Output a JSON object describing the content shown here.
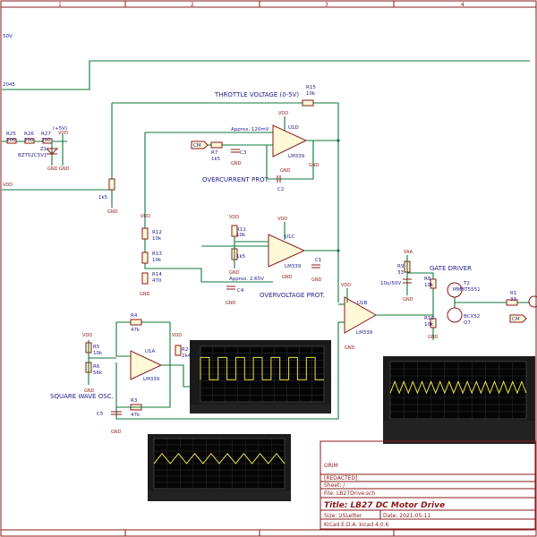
{
  "frame": {
    "top_ruler": [
      "1",
      "2",
      "3",
      "4"
    ],
    "colors": {
      "wire": "#0f7a3a",
      "component": "#8a1a1a",
      "text": "#1d1d8a",
      "trace_yellow": "#e8e04a",
      "trace_cyan": "#4ad8e8"
    }
  },
  "power": {
    "vdd": "VDD",
    "vaa": "VAA",
    "plus5": "(+5V)",
    "v50_partial": "50V",
    "v2045_partial": "2045"
  },
  "labels": {
    "throttle": "THROTTLE VOLTAGE (0-5V)",
    "overcurrent": "OVERCURRENT PROT.",
    "overvoltage": "OVERVOLTAGE PROT.",
    "square_osc": "SQUARE WAVE OSC.",
    "gate_driver": "GATE DRIVER",
    "approx_120mv": "Approx. 120mV",
    "approx_265v": "Approx. 2.65V",
    "cm": "CM"
  },
  "components": {
    "u1d": {
      "ref": "U1D",
      "val": "LM339"
    },
    "u1c": {
      "ref": "U1C",
      "val": "LM339"
    },
    "u1b": {
      "ref": "U1B",
      "val": "LM339"
    },
    "u1a": {
      "ref": "U1A",
      "val": "LM339"
    },
    "r25": {
      "ref": "R25",
      "val": "200"
    },
    "r26": {
      "ref": "R26",
      "val": "200"
    },
    "r27": {
      "ref": "R27",
      "val": "200"
    },
    "z1": {
      "ref": "Z1",
      "val": "BZT52C5V1"
    },
    "r15": {
      "ref": "R15",
      "val": "10k"
    },
    "r7": {
      "ref": "R7",
      "val": "1k5"
    },
    "c3": {
      "ref": "C3",
      "val": ""
    },
    "c2": {
      "ref": "C2",
      "val": ""
    },
    "r11": {
      "ref": "R11",
      "val": "10k"
    },
    "r11b": {
      "ref": "",
      "val": "1k5"
    },
    "r12": {
      "ref": "R12",
      "val": "10k"
    },
    "r13": {
      "ref": "R13",
      "val": "10k"
    },
    "r14": {
      "ref": "R14",
      "val": "470"
    },
    "c4": {
      "ref": "C4",
      "val": ""
    },
    "c1": {
      "ref": "C1",
      "val": ""
    },
    "r1k5": {
      "ref": "",
      "val": "1k5"
    },
    "r4": {
      "ref": "R4",
      "val": "47k"
    },
    "r5": {
      "ref": "R5",
      "val": "10k"
    },
    "r6": {
      "ref": "R6",
      "val": "56k"
    },
    "r2": {
      "ref": "R2",
      "val": "2k4"
    },
    "r3": {
      "ref": "R3",
      "val": "47k"
    },
    "c5": {
      "ref": "C5",
      "val": ""
    },
    "r9": {
      "ref": "R9",
      "val": "33"
    },
    "r8": {
      "ref": "R8",
      "val": "10k"
    },
    "r10": {
      "ref": "R10",
      "val": "10k"
    },
    "cap_gate": {
      "ref": "",
      "val": "10u/50V"
    },
    "r1": {
      "ref": "R1",
      "val": "33"
    },
    "t2": {
      "ref": "T2",
      "val": "MMBT5551"
    },
    "q7": {
      "ref": "Q7",
      "val": "BCX52"
    }
  },
  "title_block": {
    "company": "GRIM",
    "redacted": "[REDACTED]",
    "sheet": "Sheet: /",
    "file": "File: LB27Drive.sch",
    "title": "Title: LB27 DC Motor Drive",
    "size": "Size: USLetter",
    "date": "Date: 2021-05-11",
    "kicad": "KiCad E.D.A.  kicad 4.0.6"
  },
  "scopes": [
    {
      "id": "square",
      "trace": "square",
      "color": "#e8e04a"
    },
    {
      "id": "triangle_large",
      "trace": "triangle",
      "color": "#e8e04a"
    },
    {
      "id": "triangle_small",
      "trace": "triangle",
      "color": "#e8e04a"
    }
  ]
}
